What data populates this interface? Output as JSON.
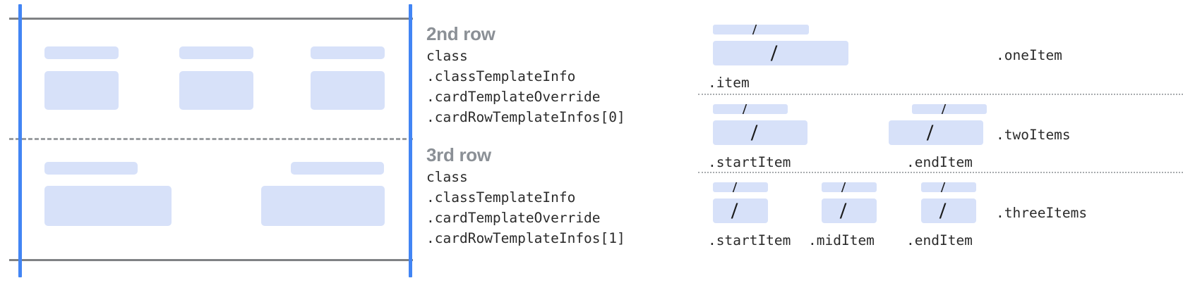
{
  "left_diagram": {
    "top_border_name": "row-boundary-top",
    "bottom_border_name": "row-boundary-bottom",
    "divider_name": "row-divider-dashed",
    "guide_left_name": "content-guide-left",
    "guide_right_name": "content-guide-right",
    "row_2_placeholders": [
      {
        "label_w": 106,
        "body_w": 106
      },
      {
        "label_w": 106,
        "body_w": 106
      },
      {
        "label_w": 106,
        "body_w": 106
      }
    ],
    "row_3_placeholders": [
      {
        "label_w": 133,
        "body_w": 180
      },
      {
        "label_w": 133,
        "body_w": 153
      }
    ]
  },
  "annotations": [
    {
      "title": "2nd row",
      "lines": [
        "class",
        ".classTemplateInfo",
        ".cardTemplateOverride",
        ".cardRowTemplateInfos[0]"
      ]
    },
    {
      "title": "3rd row",
      "lines": [
        "class",
        ".classTemplateInfo",
        ".cardTemplateOverride",
        ".cardRowTemplateInfos[1]"
      ]
    }
  ],
  "layout_variants": [
    {
      "name": ".oneItem",
      "items": [
        {
          "label": ".item",
          "slash": "/"
        }
      ]
    },
    {
      "name": ".twoItems",
      "items": [
        {
          "label": ".startItem",
          "slash": "/"
        },
        {
          "label": ".endItem",
          "slash": "/"
        }
      ]
    },
    {
      "name": ".threeItems",
      "items": [
        {
          "label": ".startItem",
          "slash": "/"
        },
        {
          "label": ".midItem",
          "slash": "/"
        },
        {
          "label": ".endItem",
          "slash": "/"
        }
      ]
    }
  ],
  "colors": {
    "placeholder_fill": "#d7e1f9",
    "guide_blue": "#4285f4",
    "border_gray": "#808285",
    "title_gray": "#8b9096",
    "code_black": "#2b2b2b"
  }
}
